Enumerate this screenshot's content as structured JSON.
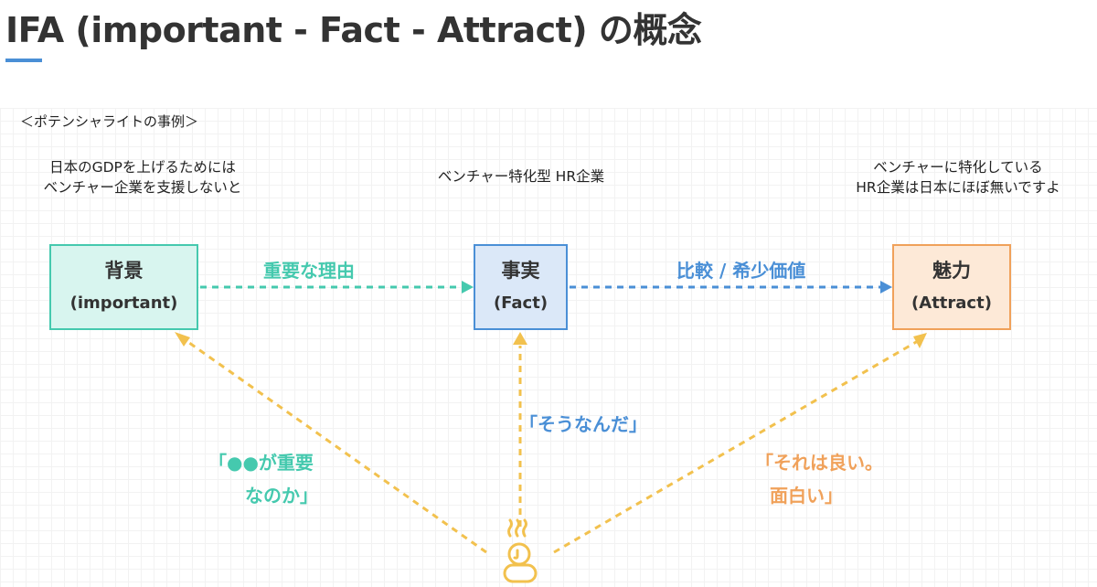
{
  "title": "IFA (important - Fact - Attract) の概念",
  "example_label": "＜ポテンシャライトの事例＞",
  "quotes": {
    "important": [
      "日本のGDPを上げるためには",
      "ベンチャー企業を支援しないと"
    ],
    "fact": [
      "ベンチャー特化型 HR企業"
    ],
    "attract": [
      "ベンチャーに特化している",
      "HR企業は日本にほぼ無いですよ"
    ]
  },
  "boxes": {
    "important": {
      "main": "背景",
      "sub": "(important)"
    },
    "fact": {
      "main": "事実",
      "sub": "(Fact)"
    },
    "attract": {
      "main": "魅力",
      "sub": "(Attract)"
    }
  },
  "arrow_labels": {
    "reason": "重要な理由",
    "compare": "比較 / 希少価値"
  },
  "reactions": {
    "important": [
      "「●●が重要",
      "なのか」"
    ],
    "fact": [
      "「そうなんだ」"
    ],
    "attract": [
      "「それは良い。",
      "面白い」"
    ]
  },
  "colors": {
    "important": "#45c9ae",
    "fact": "#4a8fd6",
    "attract": "#f0a15a",
    "person": "#f2c14e"
  },
  "icons": [
    "person-icon",
    "arrow-head-icon"
  ]
}
